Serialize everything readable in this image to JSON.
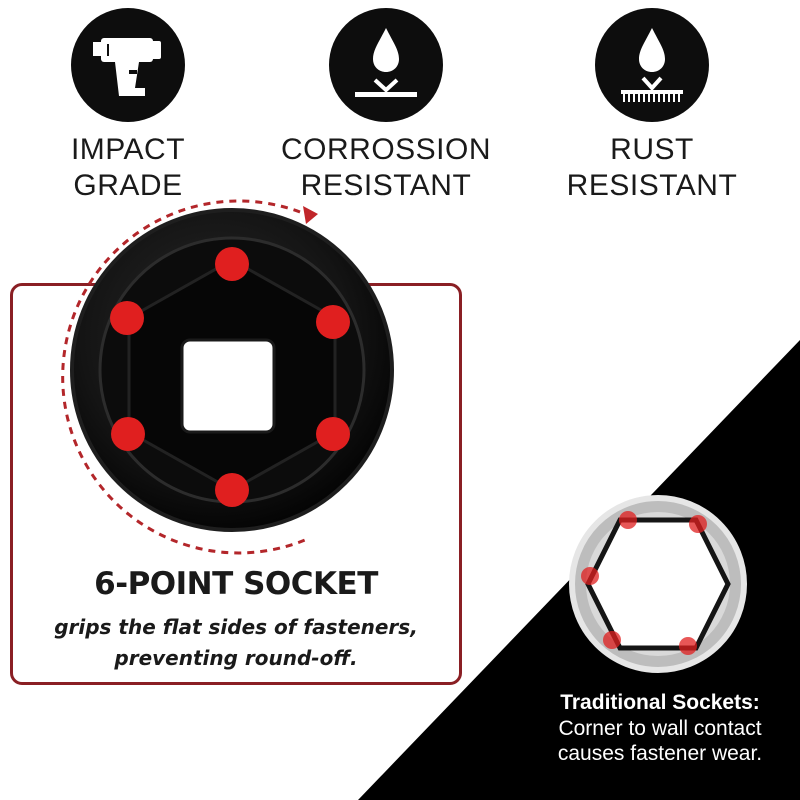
{
  "features": [
    {
      "icon": "impact-wrench-icon",
      "label": "IMPACT\nGRADE"
    },
    {
      "icon": "water-drop-repel-icon",
      "label": "CORROSSION\nRESISTANT"
    },
    {
      "icon": "water-drop-rust-icon",
      "label": "RUST\nRESISTANT"
    }
  ],
  "socket": {
    "title": "6-POINT SOCKET",
    "description": "grips the flat sides of fasteners,\npreventing round-off."
  },
  "traditional": {
    "title": "Traditional Sockets:",
    "description": "Corner to wall contact\ncauses fastener wear."
  },
  "colors": {
    "accent_red": "#e01f1f",
    "box_border": "#8a1f24",
    "dark": "#0d0d0d"
  }
}
